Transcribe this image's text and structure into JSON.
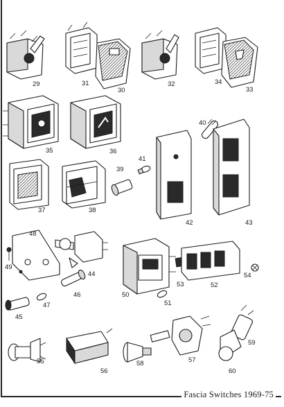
{
  "caption": "Fascia Switches 1969-75",
  "part_numbers": {
    "p29": "29",
    "p30": "30",
    "p31": "31",
    "p32": "32",
    "p33": "33",
    "p34": "34",
    "p35": "35",
    "p36": "36",
    "p37": "37",
    "p38": "38",
    "p39": "39",
    "p40": "40",
    "p41": "41",
    "p42": "42",
    "p43": "43",
    "p44": "44",
    "p45": "45",
    "p46": "46",
    "p47": "47",
    "p48": "48",
    "p49": "49",
    "p50": "50",
    "p51": "51",
    "p52": "52",
    "p53": "53",
    "p54": "54",
    "p55": "55",
    "p56": "56",
    "p57": "57",
    "p58": "58",
    "p59": "59",
    "p60": "60"
  }
}
